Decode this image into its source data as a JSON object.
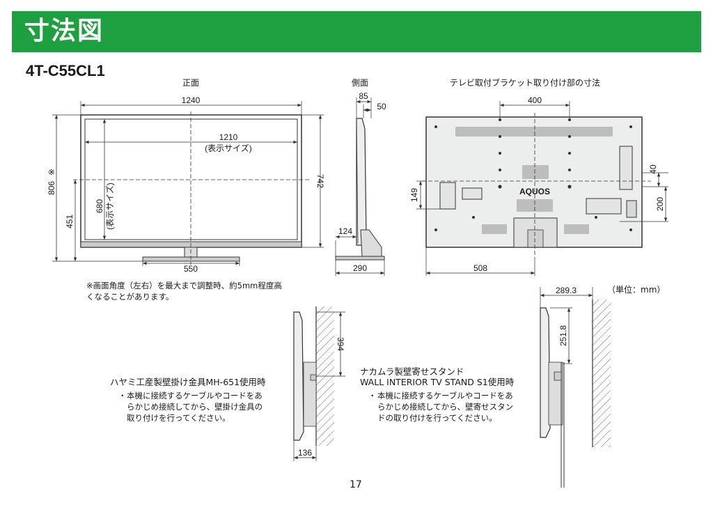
{
  "header": {
    "title": "寸法図",
    "color": "#1fa040"
  },
  "model": "4T-C55CL1",
  "views": {
    "front": "正面",
    "side": "側面",
    "bracket": "テレビ取付ブラケット取り付け部の寸法"
  },
  "front_dims": {
    "total_width": "1240",
    "screen_width": "1210",
    "screen_width_note": "(表示サイズ)",
    "screen_height": "680",
    "screen_height_note": "(表示サイズ)",
    "total_height": "806",
    "total_height_mark": "※",
    "panel_height": "742",
    "lower_height": "451",
    "stand_width": "550"
  },
  "side_dims": {
    "top_depth": "85",
    "panel_depth": "50",
    "base_front": "124",
    "base_depth": "290"
  },
  "bracket_dims": {
    "hole_spacing_h": "400",
    "hole_spacing_v": "200",
    "top_offset": "40",
    "side_height": "149",
    "center_offset": "508",
    "brand": "AQUOS"
  },
  "footnote": "※画面角度（左右）を最大まで調整時、約5mm程度高くなることがあります。",
  "unit": "（単位：mm）",
  "wall_hayami": {
    "title": "ハヤミ工産製壁掛け金具MH-651使用時",
    "bullet": "・",
    "note": "本機に接続するケーブルやコードをあらかじめ接続してから、壁掛け金具の取り付けを行ってください。",
    "height": "394",
    "depth": "136"
  },
  "wall_nakamura": {
    "title_line1": "ナカムラ製壁寄せスタンド",
    "title_line2": "WALL INTERIOR TV STAND S1使用時",
    "bullet": "・",
    "note": "本機に接続するケーブルやコードをあらかじめ接続してから、壁寄せスタンドの取り付けを行ってください。",
    "depth": "289.3",
    "height": "251.8"
  },
  "page_number": "17"
}
